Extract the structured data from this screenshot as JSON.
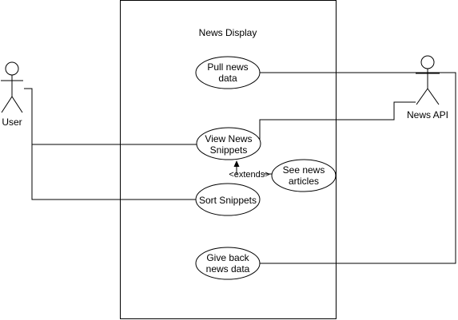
{
  "system": {
    "title": "News Display"
  },
  "actors": {
    "user": {
      "label": "User"
    },
    "news_api": {
      "label": "News API"
    }
  },
  "use_cases": {
    "pull_news_data": {
      "line1": "Pull news",
      "line2": "data"
    },
    "view_news_snippets": {
      "line1": "View News",
      "line2": "Snippets"
    },
    "see_news_articles": {
      "line1": "See news",
      "line2": "articles"
    },
    "sort_snippets": {
      "line1": "Sort Snippets"
    },
    "give_back_news_data": {
      "line1": "Give back",
      "line2": "news data"
    }
  },
  "relations": {
    "extends_label": "<extends>"
  },
  "colors": {
    "stroke": "#000000",
    "background": "#ffffff"
  }
}
